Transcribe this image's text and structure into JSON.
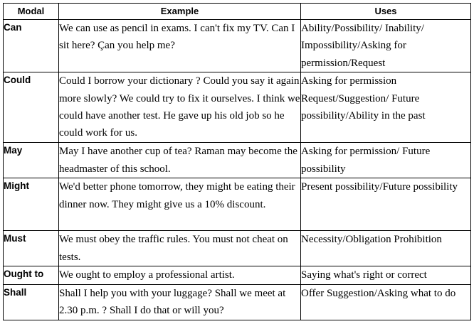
{
  "table": {
    "headers": [
      "Modal",
      "Example",
      "Uses"
    ],
    "rows": [
      {
        "modal": "Can",
        "example": "We can use as pencil in exams. I can't fix my TV. Can I sit here? Çan you help me?",
        "uses": "Ability/Possibility/ Inability/ Impossibility/Asking for permission/Request"
      },
      {
        "modal": "Could",
        "example": "Could I borrow your dictionary ? Could you say it again more slowly? We could try to fix it ourselves. I think we could have another test. He gave up his old job so he could work for us.",
        "uses": "Asking for permission Request/Suggestion/ Future possibility/Ability in the past"
      },
      {
        "modal": "May",
        "example": "May I have another cup of tea? Raman may become the headmaster of this school.",
        "uses": "Asking for permission/ Future possibility"
      },
      {
        "modal": "Might",
        "example": "We'd better phone tomorrow, they might be eating their dinner now. They might give us a 10% discount.",
        "uses": "Present possibility/Future possibility"
      },
      {
        "modal": "Must",
        "example": "We must obey the traffic rules. You must not cheat on tests.",
        "uses": "Necessity/Obligation Prohibition"
      },
      {
        "modal": "Ought to",
        "example": "We ought to employ a professional  artist.",
        "uses": "Saying what's right or correct"
      },
      {
        "modal": "Shall",
        "example": "Shall I help you with your luggage? Shall we meet at 2.30 p.m. ? Shall I do that or will you?",
        "uses": "Offer Suggestion/Asking what to do"
      }
    ]
  }
}
